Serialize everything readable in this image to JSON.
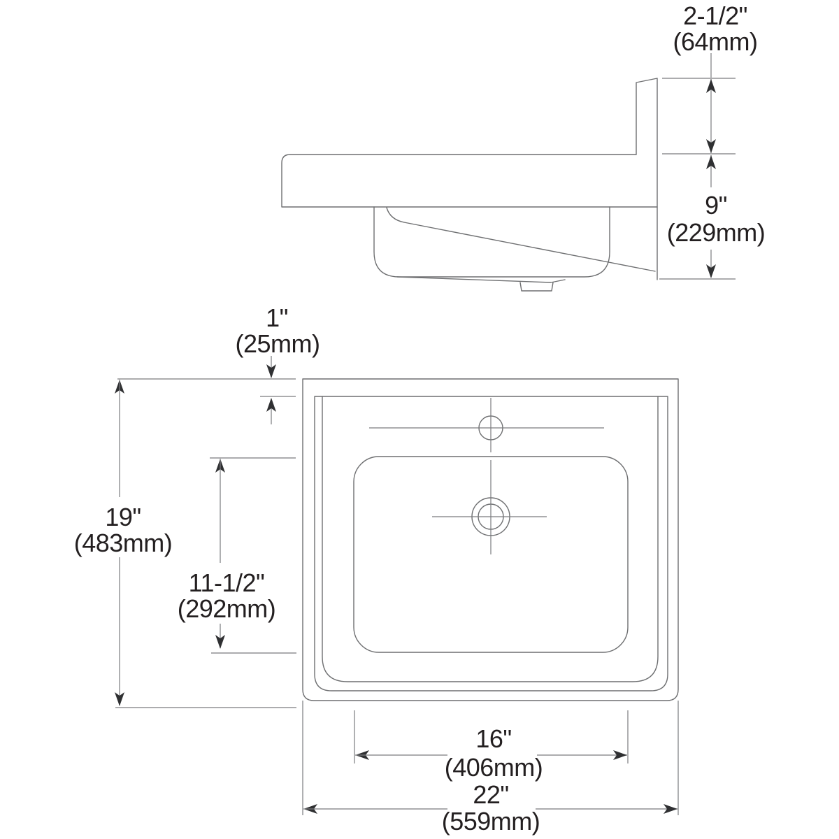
{
  "drawing": {
    "description": "Two-view dimensional drawing of a wall-hung sink: side elevation above, plan view below",
    "views": {
      "side_view": "side elevation with wall hanger bracket, deck and bowl profile",
      "plan_view": "top view with rolled rim, bowl, single faucet hole and center drain"
    },
    "colors": {
      "model_line": "#6e6f71",
      "dimension_line": "#7a7b7e",
      "arrow": "#2f3032",
      "text": "#231f20",
      "background": "#ffffff"
    }
  },
  "dimensions": {
    "mount_height": {
      "value": "2-1/2\"",
      "metric": "(64mm)"
    },
    "front_depth": {
      "value": "9\"",
      "metric": "(229mm)"
    },
    "rim_inset": {
      "value": "1\"",
      "metric": "(25mm)"
    },
    "overall_depth": {
      "value": "19\"",
      "metric": "(483mm)"
    },
    "bowl_depth": {
      "value": "11-1/2\"",
      "metric": "(292mm)"
    },
    "bowl_width": {
      "value": "16\"",
      "metric": "(406mm)"
    },
    "overall_width": {
      "value": "22\"",
      "metric": "(559mm)"
    }
  }
}
